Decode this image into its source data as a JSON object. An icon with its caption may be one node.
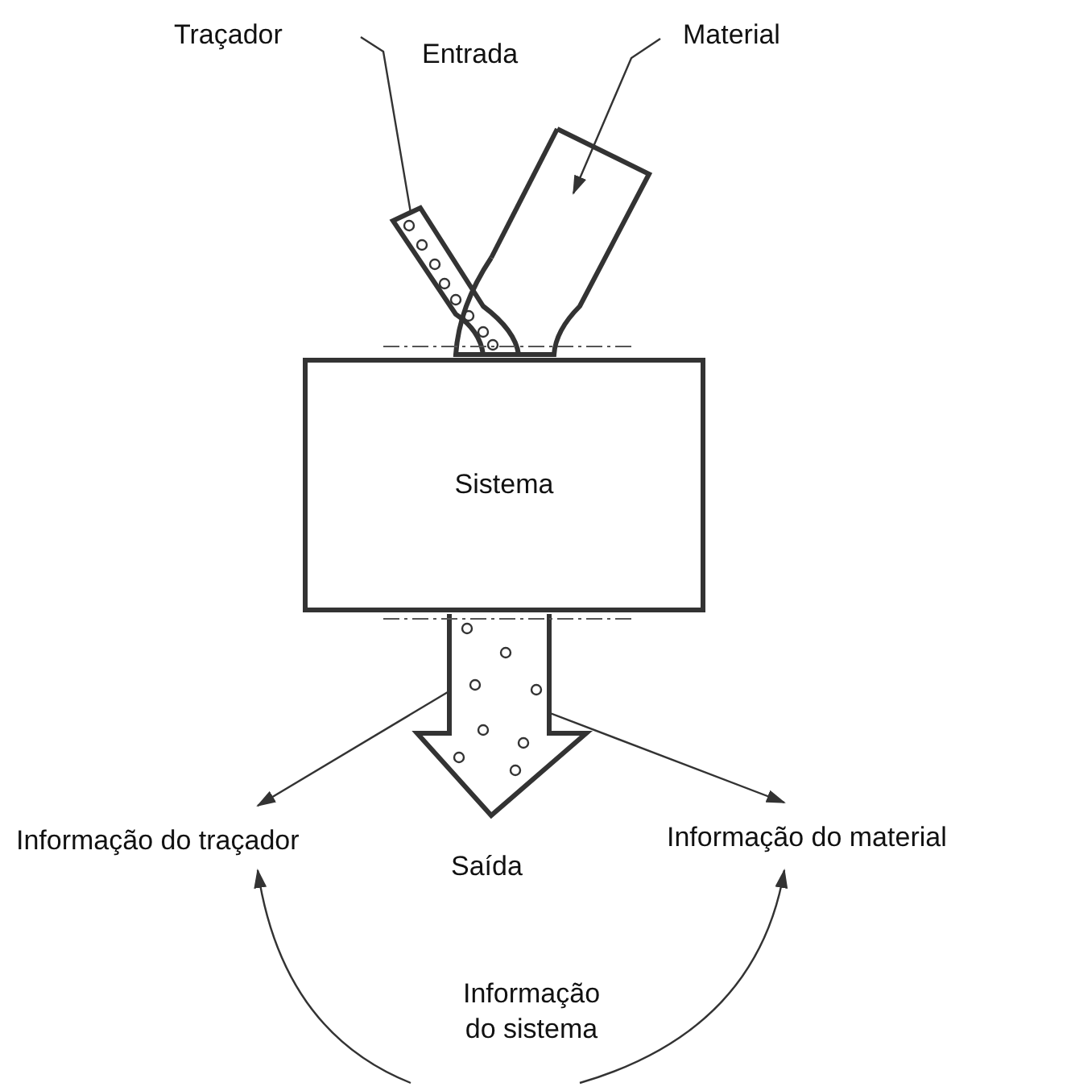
{
  "diagram": {
    "nodes": [
      {
        "text": [
          "Traçador"
        ]
      },
      {
        "text": [],
        "shape": "bar"
      },
      {
        "text": [
          "Material"
        ]
      },
      {
        "text": [],
        "shape": "box"
      },
      {
        "text": [
          "Sistema"
        ]
      },
      {
        "text": [],
        "shape": "arrow",
        "beside": [
          "Saída"
        ]
      },
      {
        "text": [
          "Informação do traçador"
        ]
      },
      {
        "text": [
          "Informação do material"
        ]
      },
      {
        "text": [
          "Informação do sistema"
        ]
      }
    ],
    "edges": [
      {
        "from": 0,
        "to": 1,
        "arrow": "none"
      },
      {
        "from": 2,
        "to": 3,
        "arrow": "to"
      },
      {
        "from": 5,
        "to": 6,
        "arrow": "to"
      },
      {
        "from": 5,
        "to": 7,
        "arrow": "to"
      },
      {
        "from": 8,
        "to": 6,
        "arrow": "to"
      },
      {
        "from": 8,
        "to": 7,
        "arrow": "to"
      }
    ],
    "labels": [
      "Entrada"
    ]
  }
}
